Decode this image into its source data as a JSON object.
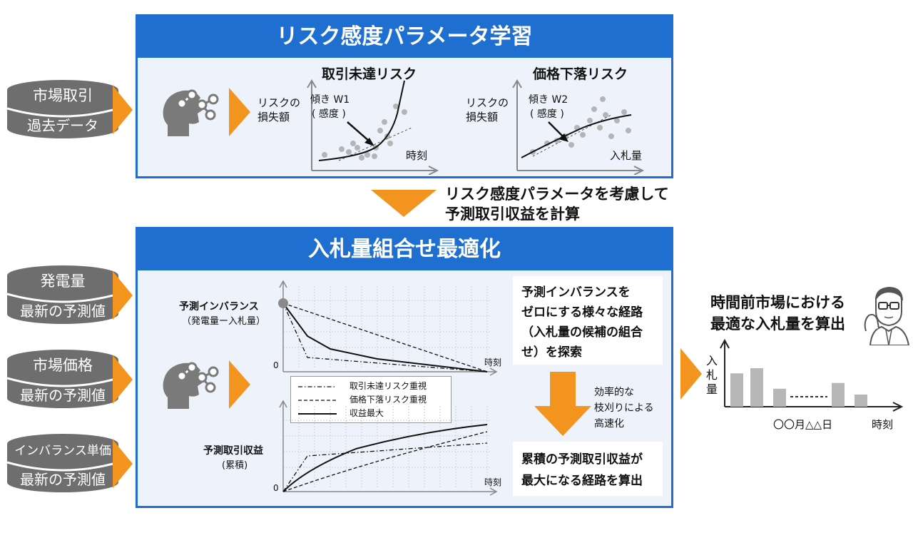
{
  "top_panel": {
    "title": "リスク感度パラメータ学習",
    "chart1": {
      "title": "取引未達リスク",
      "ylabel_1": "リスクの",
      "ylabel_2": "損失額",
      "slope_label_1": "傾き W1",
      "slope_label_2": "( 感度 )",
      "xlabel": "時刻"
    },
    "chart2": {
      "title": "価格下落リスク",
      "ylabel_1": "リスクの",
      "ylabel_2": "損失額",
      "slope_label_1": "傾き W2",
      "slope_label_2": "( 感度 )",
      "xlabel": "入札量"
    }
  },
  "inputs": {
    "market": {
      "line1": "市場取引",
      "line2": "過去データ"
    },
    "generation": {
      "line1": "発電量",
      "line2": "最新の予測値"
    },
    "price": {
      "line1": "市場価格",
      "line2": "最新の予測値"
    },
    "imbalance": {
      "line1": "インバランス単価",
      "line2": "最新の予測値"
    }
  },
  "middle_note": {
    "line1": "リスク感度パラメータを考慮して",
    "line2": "予測取引収益を計算"
  },
  "bottom_panel": {
    "title": "入札量組合せ最適化",
    "chart_upper": {
      "label_1": "予測インバランス",
      "label_2": "（発電量ー入札量）",
      "zero": "0",
      "xlabel": "時刻"
    },
    "chart_lower": {
      "label_1": "予測取引収益",
      "label_2": "(累積)",
      "zero": "0",
      "xlabel": "時刻"
    },
    "legend": [
      "取引未達リスク重視",
      "価格下落リスク重視",
      "収益最大"
    ],
    "explore_text": [
      "予測インバランスを",
      "ゼロにする様々な経路",
      "（入札量の候補の組合",
      "せ）を探索"
    ],
    "speedup_text": [
      "効率的な",
      "枝刈りによる",
      "高速化"
    ],
    "result_text": [
      "累積の予測取引収益が",
      "最大になる経路を算出"
    ]
  },
  "output": {
    "title_1": "時間前市場における",
    "title_2": "最適な入札量を算出",
    "ylabel": [
      "入",
      "札",
      "量"
    ],
    "date_label": "〇〇月△△日",
    "xlabel": "時刻",
    "bar_values": [
      0.52,
      0.6,
      0.28,
      0.37,
      0.19
    ]
  },
  "colors": {
    "blue": "#1f6fd1",
    "orange": "#f2941e",
    "panel_bg": "#eef3fb",
    "db_gray": "#6e6e6e",
    "bar_gray": "#b7b7b7"
  }
}
